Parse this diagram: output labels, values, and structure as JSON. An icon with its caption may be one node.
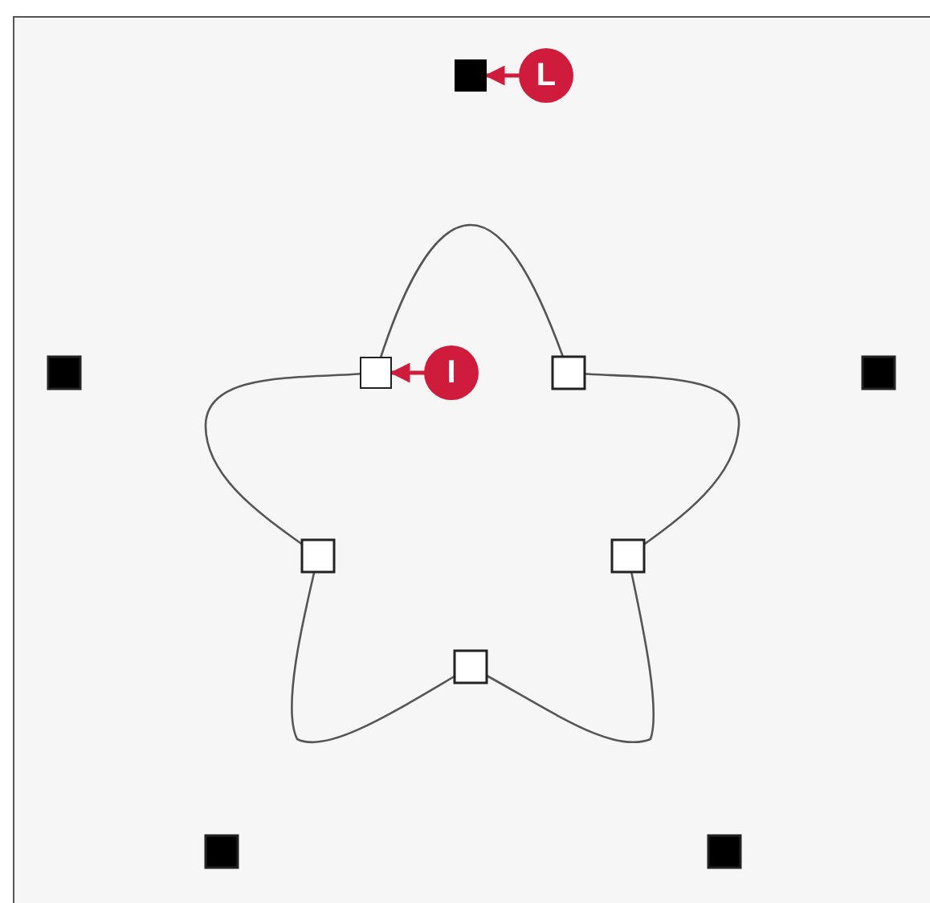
{
  "diagram": {
    "nodes": [
      {
        "text": [
          "L"
        ]
      },
      {
        "text": [],
        "shape": "box"
      },
      {
        "text": [
          "I"
        ]
      },
      {
        "text": [],
        "shape": "box"
      }
    ],
    "edges": [
      {
        "from": 0,
        "to": 1,
        "arrow": "to"
      },
      {
        "from": 2,
        "to": 3,
        "arrow": "to"
      }
    ]
  }
}
